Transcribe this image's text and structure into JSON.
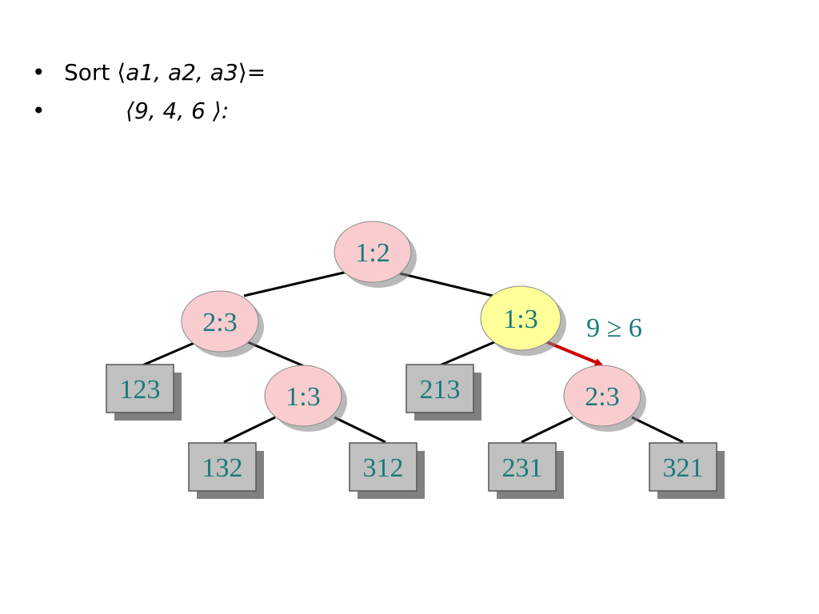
{
  "bullets": {
    "row1": {
      "prefix": "Sort ",
      "open": "⟨",
      "vars": "a1, a2, a3",
      "close": "⟩=",
      "bullet": "•"
    },
    "row2": {
      "open": "⟨",
      "values": "9,  4,   6 ",
      "close": "⟩:",
      "bullet": "•"
    }
  },
  "tree": {
    "colors": {
      "node_fill": "#f9cdd0",
      "active_fill": "#ffff99",
      "leaf_fill": "#c0c0c0",
      "text": "#1a7a7a",
      "arrow": "#cc0000",
      "edge": "#000000"
    },
    "nodes": [
      {
        "id": "n-root",
        "label": "1:2",
        "kind": "compare",
        "active": false
      },
      {
        "id": "n-left",
        "label": "2:3",
        "kind": "compare",
        "active": false
      },
      {
        "id": "n-right",
        "label": "1:3",
        "kind": "compare",
        "active": true
      },
      {
        "id": "n-left-right",
        "label": "1:3",
        "kind": "compare",
        "active": false
      },
      {
        "id": "n-right-right",
        "label": "2:3",
        "kind": "compare",
        "active": false
      }
    ],
    "leaves": [
      {
        "id": "leaf-123",
        "label": "123"
      },
      {
        "id": "leaf-132",
        "label": "132"
      },
      {
        "id": "leaf-312",
        "label": "312"
      },
      {
        "id": "leaf-213",
        "label": "213"
      },
      {
        "id": "leaf-231",
        "label": "231"
      },
      {
        "id": "leaf-321",
        "label": "321"
      }
    ],
    "annotation": "9 ≥ 6"
  }
}
